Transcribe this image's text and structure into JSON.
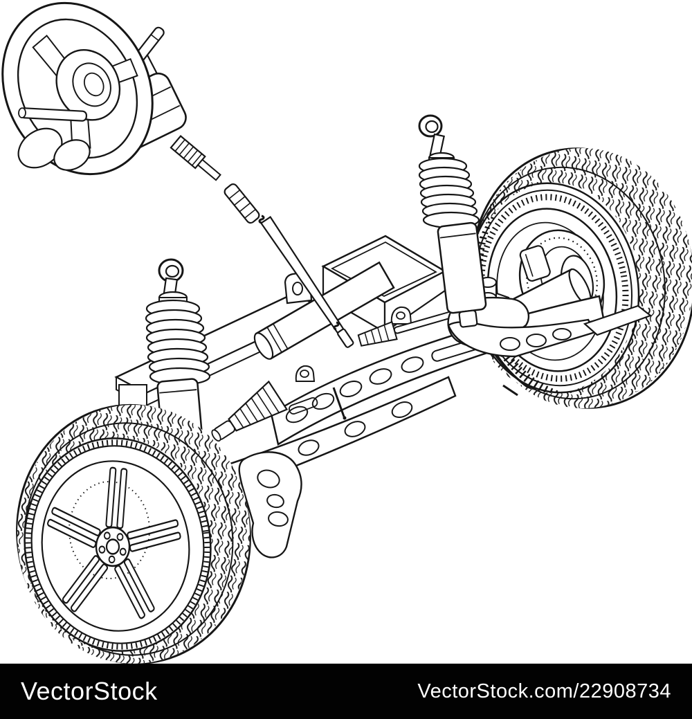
{
  "meta": {
    "kind": "stock vector illustration preview",
    "subject": "Car front suspension, steering column and wheels — 3D black outline technical drawing on white background"
  },
  "artwork": {
    "background_color": "#ffffff",
    "line_color": "#161616",
    "parts": [
      "steering wheel",
      "steering column module with control stalks",
      "steering shaft with universal joints",
      "left coil-over shock absorber",
      "right coil-over shock absorber",
      "subframe crossmember",
      "perforated steering rack beam",
      "rack bellows boot",
      "lower control arm",
      "steering knuckle and axle",
      "brake disc with drilled holes",
      "front left alloy wheel with tire",
      "front right wheel with tire (inner view)"
    ]
  },
  "footer": {
    "bar_color": "#020202",
    "text_color": "#ffffff",
    "brand": "VectorStock",
    "credit": "VectorStock.com/22908734"
  }
}
